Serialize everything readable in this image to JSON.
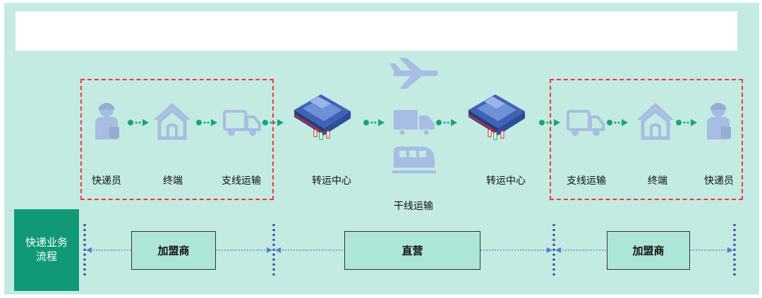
{
  "title_bar_text": "",
  "left_group": {
    "steps": [
      "快递员",
      "终端",
      "支线运输"
    ]
  },
  "hub_left": "转运中心",
  "trunk_label": "干线运输",
  "hub_right": "转运中心",
  "right_group": {
    "steps": [
      "支线运输",
      "终端",
      "快递员"
    ]
  },
  "flow_badge": {
    "line1": "快递业务",
    "line2": "流程"
  },
  "segments": {
    "left": "加盟商",
    "middle": "直营",
    "right": "加盟商"
  },
  "icons": {
    "courier": "courier-icon",
    "terminal": "house-icon",
    "truck": "truck-icon",
    "hub": "sorting-machine-icon",
    "plane": "airplane-icon",
    "train": "train-icon",
    "arrow": "dot-arrow-icon"
  },
  "colors": {
    "background": "#c3ebe1",
    "icon": "#a7bde3",
    "connector": "#17a47c",
    "dash_border": "#f0363c",
    "segment_box": "#ade6d8",
    "badge": "#119977",
    "boundary_dots": "#3b3fb0",
    "timeline": "#4a7fd0"
  }
}
